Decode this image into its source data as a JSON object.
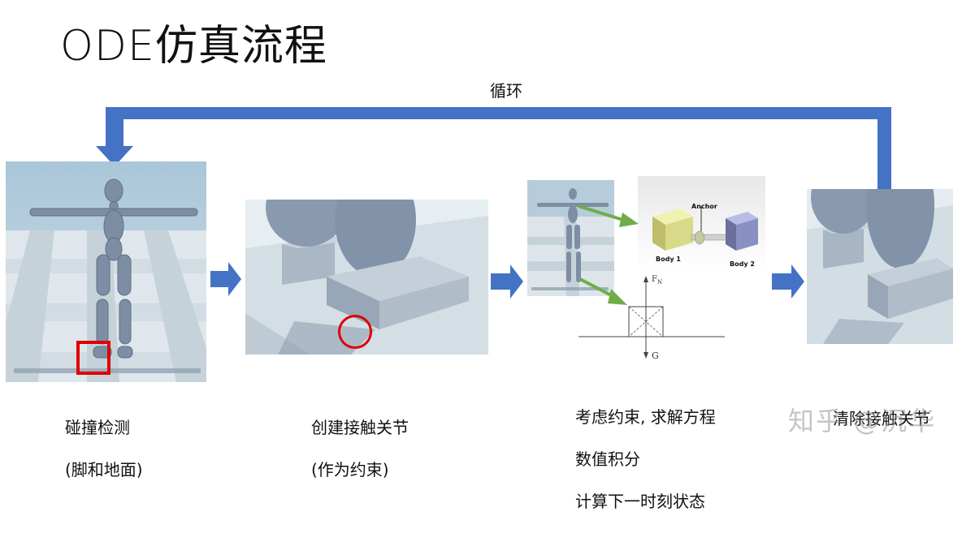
{
  "title": "ODE仿真流程",
  "loop_label": "循环",
  "steps": [
    {
      "line1": "碰撞检测",
      "line2": "(脚和地面)"
    },
    {
      "line1": "创建接触关节",
      "line2": "(作为约束)"
    },
    {
      "line1": "考虑约束, 求解方程",
      "line2": "数值积分",
      "line3": "计算下一时刻状态"
    },
    {
      "line1": "清除接触关节"
    }
  ],
  "joint_diagram": {
    "anchor": "Anchor",
    "body1": "Body 1",
    "body2": "Body 2"
  },
  "force_diagram": {
    "normal": "F",
    "normal_sub": "N",
    "gravity": "G"
  },
  "watermark": "知乎 @沉华",
  "colors": {
    "flow_arrow": "#4472c4",
    "highlight": "#e00000",
    "pointer_arrow": "#70ad47"
  }
}
